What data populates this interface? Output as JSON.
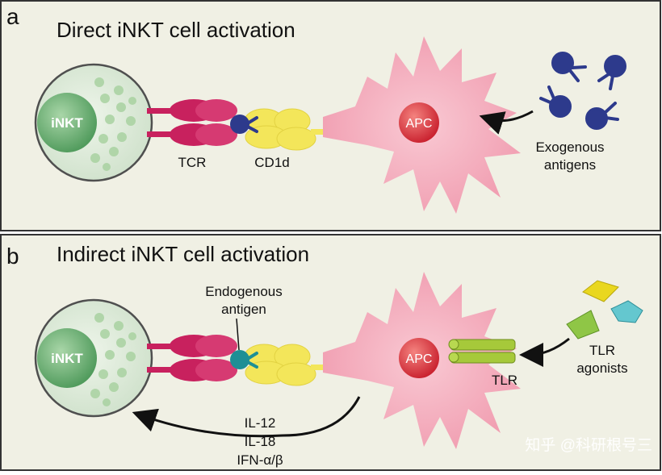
{
  "colors": {
    "panel_bg": "#f0f0e4",
    "inkt_cell_fill": "#dbe8d6",
    "inkt_nucleus": "#63a86b",
    "tcr": "#c8215e",
    "cd1d": "#f3e65a",
    "apc_body": "#f7b9c6",
    "apc_nucleus": "#d8232f",
    "antigen": "#2d3a8c",
    "endogenous_antigen": "#1e8f95",
    "tlr": "#a6c93a",
    "tlr_agonist_yellow": "#e9d71f",
    "tlr_agonist_green": "#8fc646",
    "tlr_agonist_cyan": "#64c7cf"
  },
  "panel_a": {
    "letter": "a",
    "title": "Direct iNKT cell activation",
    "inkt_label": "iNKT",
    "tcr_label": "TCR",
    "cd1d_label": "CD1d",
    "apc_label": "APC",
    "exogenous_label_line1": "Exogenous",
    "exogenous_label_line2": "antigens"
  },
  "panel_b": {
    "letter": "b",
    "title": "Indirect iNKT cell activation",
    "inkt_label": "iNKT",
    "apc_label": "APC",
    "endogenous_label_line1": "Endogenous",
    "endogenous_label_line2": "antigen",
    "tlr_label": "TLR",
    "tlr_agonists_line1": "TLR",
    "tlr_agonists_line2": "agonists",
    "cytokines": [
      "IL-12",
      "IL-18",
      "IFN-α/β"
    ]
  },
  "watermark": "知乎 @科研根号三"
}
